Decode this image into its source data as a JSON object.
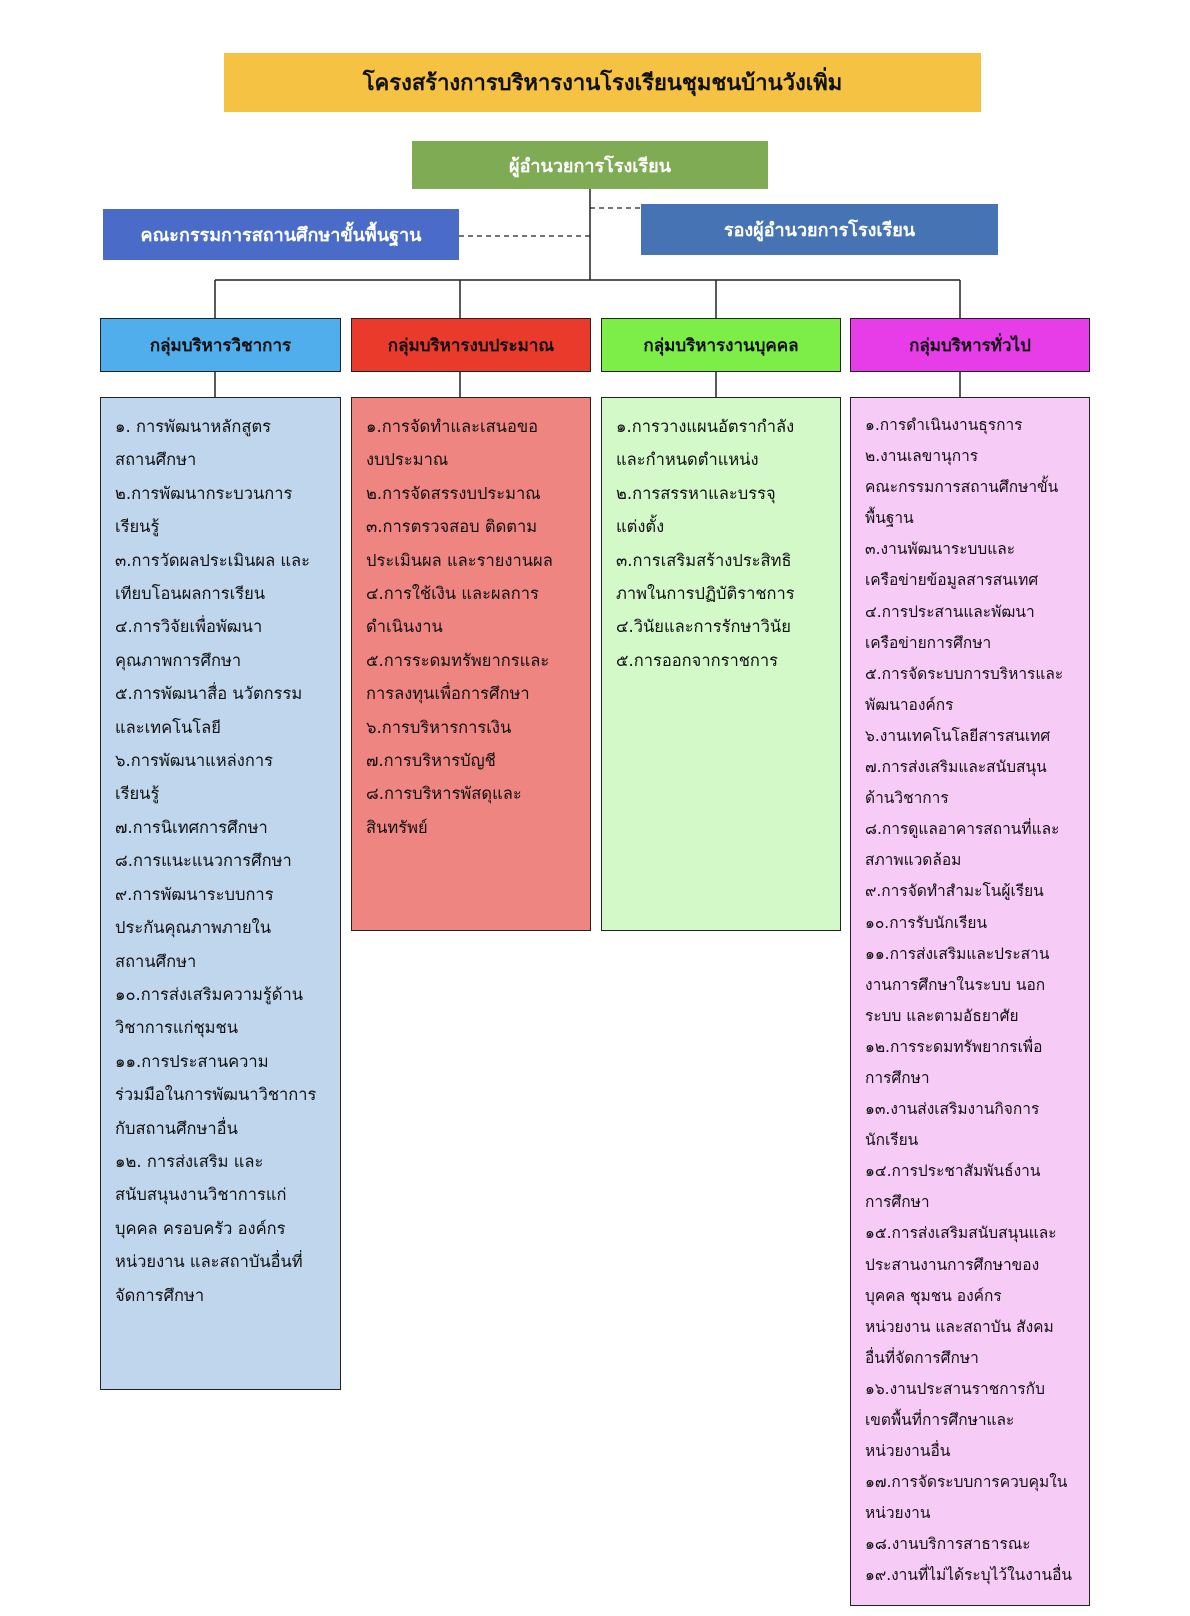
{
  "title": "โครงสร้างการบริหารงานโรงเรียนชุมชนบ้านวังเพิ่ม",
  "director": "ผู้อำนวยการโรงเรียน",
  "board": "คณะกรรมการสถานศึกษาขั้นพื้นฐาน",
  "deputy": "รองผู้อำนวยการโรงเรียน",
  "groups": [
    {
      "name": "กลุ่มบริหารวิชาการ",
      "color": "#4faeeb",
      "body_color": "#c0d6ec",
      "lines": [
        "๑. การพัฒนาหลักสูตร",
        "สถานศึกษา",
        "๒.การพัฒนากระบวนการ",
        "เรียนรู้",
        "๓.การวัดผลประเมินผล และ",
        "เทียบโอนผลการเรียน",
        "๔.การวิจัยเพื่อพัฒนา",
        "คุณภาพการศึกษา",
        "๕.การพัฒนาสื่อ นวัตกรรม",
        "และเทคโนโลยี",
        "๖.การพัฒนาแหล่งการ",
        "เรียนรู้",
        "๗.การนิเทศการศึกษา",
        "๘.การแนะแนวการศึกษา",
        "๙.การพัฒนาระบบการ",
        "ประกันคุณภาพภายใน",
        "สถานศึกษา",
        "๑๐.การส่งเสริมความรู้ด้าน",
        "วิชาการแก่ชุมชน",
        "๑๑.การประสานความ",
        "ร่วมมือในการพัฒนาวิชาการ",
        "กับสถานศึกษาอื่น",
        "๑๒. การส่งเสริม และ",
        "สนับสนุนงานวิชาการแก่",
        "บุคคล ครอบครัว องค์กร",
        "หน่วยงาน และสถาบันอื่นที่",
        "จัดการศึกษา"
      ]
    },
    {
      "name": "กลุ่มบริหารงบประมาณ",
      "color": "#ea3a2c",
      "body_color": "#ee8580",
      "lines": [
        "๑.การจัดทำและเสนอขอ",
        "งบประมาณ",
        "๒.การจัดสรรงบประมาณ",
        "๓.การตรวจสอบ ติดตาม",
        "ประเมินผล และรายงานผล",
        "๔.การใช้เงิน และผลการ",
        "ดำเนินงาน",
        "๕.การระดมทรัพยากรและ",
        "การลงทุนเพื่อการศึกษา",
        "๖.การบริหารการเงิน",
        "๗.การบริหารบัญชี",
        "๘.การบริหารพัสดุและ",
        "สินทรัพย์"
      ]
    },
    {
      "name": "กลุ่มบริหารงานบุคคล",
      "color": "#7dee47",
      "body_color": "#d3f9c9",
      "lines": [
        "๑.การวางแผนอัตรากำลัง",
        "และกำหนดตำแหน่ง",
        "๒.การสรรหาและบรรจุ",
        "แต่งตั้ง",
        "๓.การเสริมสร้างประสิทธิ",
        "ภาพในการปฏิบัติราชการ",
        "๔.วินัยและการรักษาวินัย",
        "๕.การออกจากราชการ"
      ]
    },
    {
      "name": "กลุ่มบริหารทั่วไป",
      "color": "#e63de9",
      "body_color": "#f6ccf6",
      "lines": [
        "๑.การดำเนินงานธุรการ",
        "๒.งานเลขานุการ",
        "คณะกรรมการสถานศึกษาขั้น",
        "พื้นฐาน",
        "๓.งานพัฒนาระบบและ",
        "เครือข่ายข้อมูลสารสนเทศ",
        "๔.การประสานและพัฒนา",
        "เครือข่ายการศึกษา",
        "๕.การจัดระบบการบริหารและ",
        "พัฒนาองค์กร",
        "๖.งานเทคโนโลยีสารสนเทศ",
        "๗.การส่งเสริมและสนับสนุน",
        "ด้านวิชาการ",
        "๘.การดูแลอาคารสถานที่และ",
        "สภาพแวดล้อม",
        "๙.การจัดทำสำมะโนผู้เรียน",
        "๑๐.การรับนักเรียน",
        "๑๑.การส่งเสริมและประสาน",
        "งานการศึกษาในระบบ นอก",
        "ระบบ และตามอัธยาศัย",
        "๑๒.การระดมทรัพยากรเพื่อ",
        "การศึกษา",
        "๑๓.งานส่งเสริมงานกิจการ",
        "นักเรียน",
        "๑๔.การประชาสัมพันธ์งาน",
        "การศึกษา",
        "๑๕.การส่งเสริมสนับสนุนและ",
        "ประสานงานการศึกษาของ",
        "บุคคล ชุมชน องค์กร",
        "หน่วยงาน และสถาบัน สังคม",
        "อื่นที่จัดการศึกษา",
        "๑๖.งานประสานราชการกับ",
        "เขตพื้นที่การศึกษาและ",
        "หน่วยงานอื่น",
        "๑๗.การจัดระบบการควบคุมใน",
        "หน่วยงาน",
        "๑๘.งานบริการสาธารณะ",
        "๑๙.งานที่ไม่ได้ระบุไว้ในงานอื่น"
      ]
    }
  ]
}
